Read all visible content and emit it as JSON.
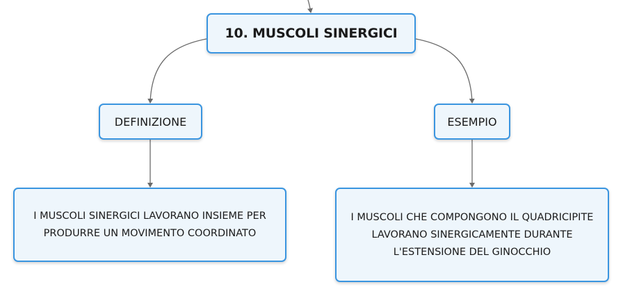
{
  "diagram": {
    "root": {
      "label": "10. MUSCOLI SINERGICI"
    },
    "branches": [
      {
        "label": "DEFINIZIONE",
        "detail": "I MUSCOLI SINERGICI LAVORANO INSIEME PER PRODURRE UN MOVIMENTO COORDINATO"
      },
      {
        "label": "ESEMPIO",
        "detail": "I MUSCOLI CHE COMPONGONO IL QUADRICIPITE LAVORANO SINERGICAMENTE DURANTE L'ESTENSIONE DEL GINOCCHIO"
      }
    ],
    "colors": {
      "node_border": "#3a95e0",
      "node_fill": "#eef6fc",
      "connector": "#6b6b6b",
      "text": "#1a1a1a"
    }
  }
}
